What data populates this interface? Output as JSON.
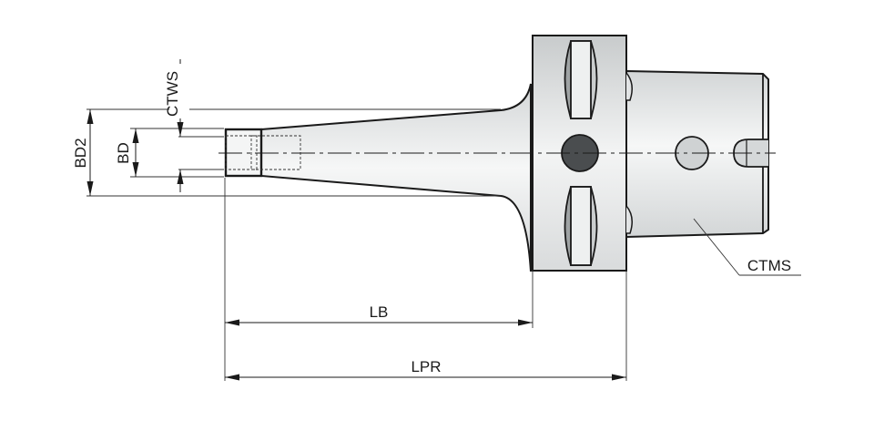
{
  "drawing": {
    "type": "technical-drawing",
    "subject": "tool holder with tapered shank",
    "colors": {
      "outline": "#1a1a1a",
      "body_fill_light": "#f4f5f5",
      "body_fill_dark": "#c9cccd",
      "pin_dark": "#4a4d4f",
      "hole_fill": "#cfd2d3"
    }
  },
  "dimensions": {
    "ctws": "CTWS",
    "bd2": "BD2",
    "bd": "BD",
    "lb": "LB",
    "lpr": "LPR",
    "ctms": "CTMS"
  }
}
